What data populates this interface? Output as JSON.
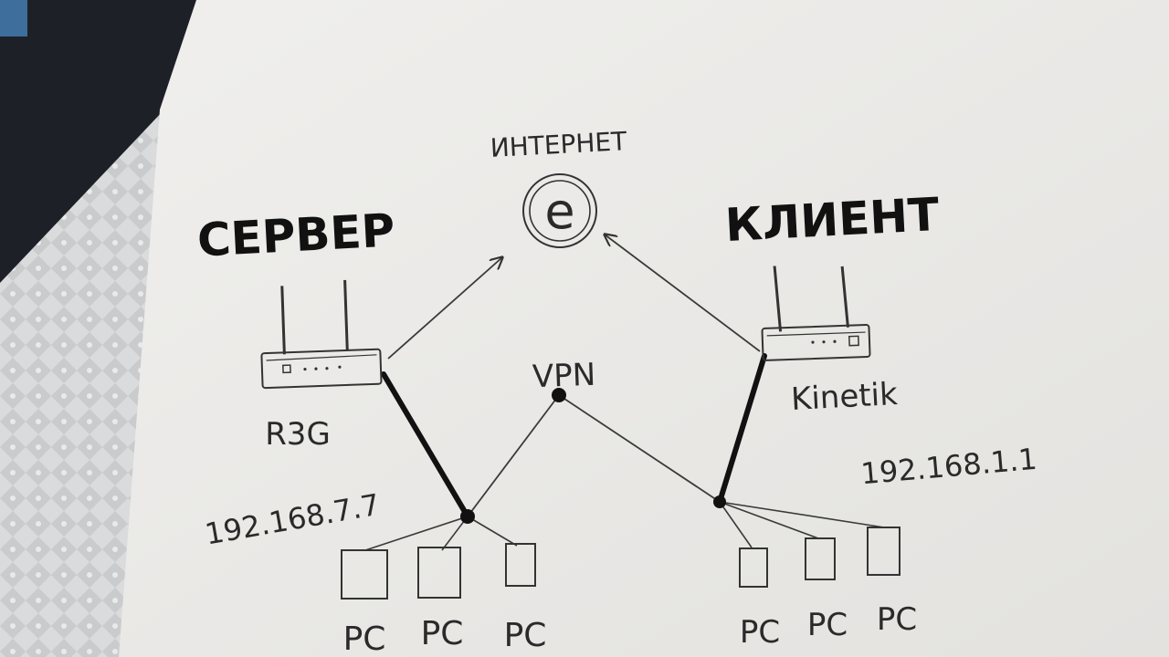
{
  "labels": {
    "internet": "ИНТЕРНЕТ",
    "server": "СЕРВЕР",
    "client": "КЛИЕНТ",
    "vpn": "VPN",
    "router_left": "R3G",
    "router_right": "Kinetik",
    "ip_left": "192.168.7.7",
    "ip_right": "192.168.1.1",
    "internet_symbol": "e"
  },
  "pcs_left": [
    "PC",
    "PC",
    "PC"
  ],
  "pcs_right": [
    "PC",
    "PC",
    "PC"
  ],
  "colors": {
    "paper": "#ecebe9",
    "ink": "#1a1a1a",
    "pencil": "#3a3a3a"
  },
  "icons": [
    "internet-icon",
    "router-icon",
    "pc-icon"
  ]
}
